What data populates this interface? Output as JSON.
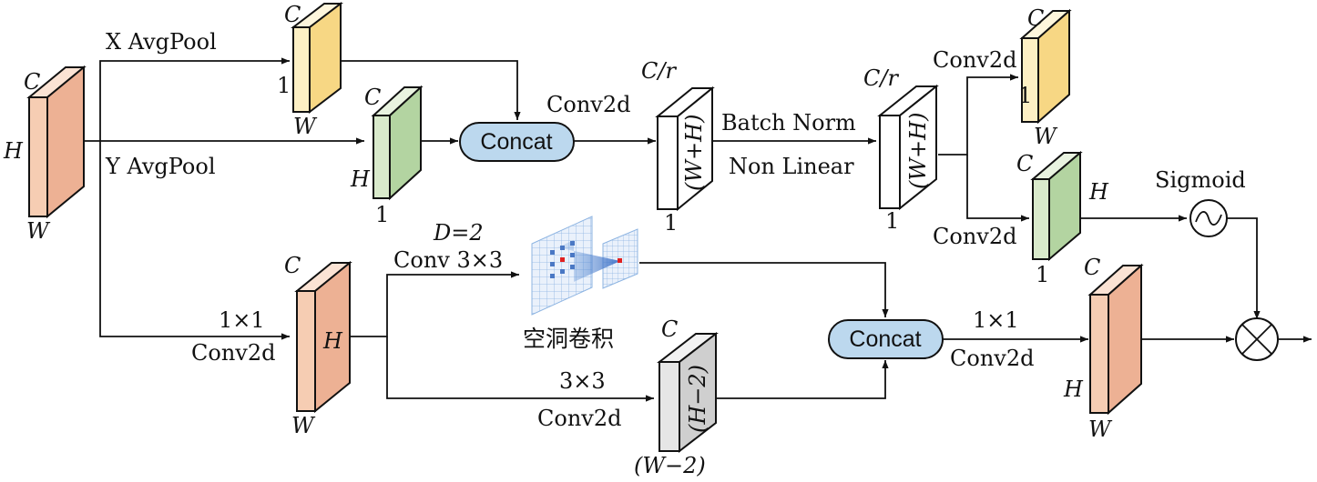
{
  "labels": {
    "x_avgpool": "X AvgPool",
    "y_avgpool": "Y AvgPool",
    "concat": "Concat",
    "conv2d": "Conv2d",
    "batch_norm": "Batch Norm",
    "non_linear": "Non Linear",
    "sigmoid": "Sigmoid",
    "one_by_one": "1×1",
    "three_by_three": "3×3",
    "dilation": "D=2",
    "conv3x3": "Conv 3×3",
    "dilated_conv_cn": "空洞卷积"
  },
  "dims": {
    "C": "C",
    "H": "H",
    "W": "W",
    "one": "1",
    "C_over_r": "C/r",
    "W_plus_H": "(W+H)",
    "H_minus_2": "(H−2)",
    "W_minus_2": "(W−2)"
  },
  "colors": {
    "peach_front": "#F6CDB3",
    "peach_side": "#EDB194",
    "peach_top": "#FBE3D4",
    "yellow_front": "#FDF0C4",
    "yellow_side": "#F7D784",
    "yellow_top": "#FEF6DC",
    "green_front": "#D9EACB",
    "green_side": "#B3D4A1",
    "green_top": "#E9F3E0",
    "white_block": "#FFFFFF",
    "gray_front": "#E6E6E6",
    "gray_side": "#CFCFCF",
    "gray_top": "#F2F2F2",
    "concat_fill": "#BCD8EE",
    "grid_blue": "#8DB4E2",
    "kernel_dot": "#4A78C4",
    "center_dot": "#E02020"
  }
}
